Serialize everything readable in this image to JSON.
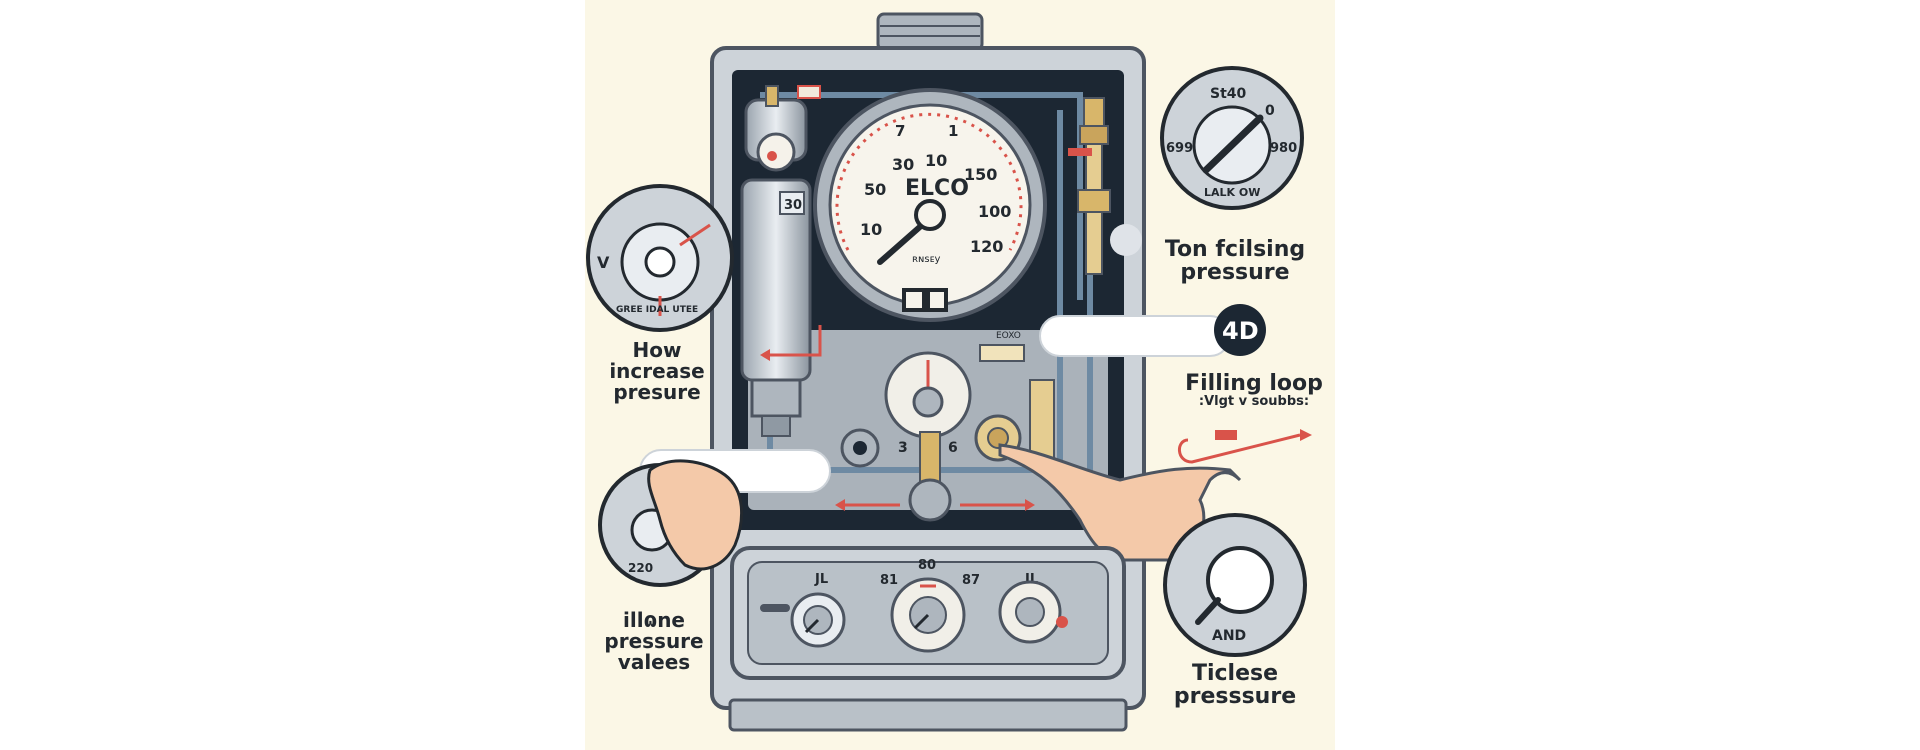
{
  "colors": {
    "cream": "#fbf7e6",
    "panel": "#cdd3d9",
    "frame": "#4d5561",
    "dark_interior": "#1c2733",
    "brass": "#d8b66a",
    "red_accent": "#d9534a",
    "skin": "#f4c9a9",
    "text": "#23292f"
  },
  "gauge": {
    "brand": "ELCO",
    "sub_label": "ʀɴsᴇy",
    "ticks": [
      "30",
      "10",
      "150",
      "50",
      "100",
      "10",
      "120"
    ],
    "top_ticks": [
      "7",
      "1"
    ]
  },
  "callouts": {
    "top_right_line1": "Ton fcilsing",
    "top_right_line2": "pressure",
    "filling_loop_title": "Filling loop",
    "filling_loop_sub": ":Vlgt v soubbs:",
    "badge": "4D",
    "left_line1": "How",
    "left_line2": "increase",
    "left_line3": "presure",
    "bottom_left_line1": "illɷne",
    "bottom_left_line2": "pressure",
    "bottom_left_line3": "valees",
    "bottom_right_line1": "Ticlese",
    "bottom_right_line2": "presssure"
  },
  "dials": {
    "top_right": {
      "top": "St40",
      "left": "699",
      "right": "980",
      "zero": "0",
      "bottom": "LALK OW"
    },
    "left_top": {
      "left": "V",
      "bottom": "GREE IDAL UTEE"
    },
    "left_bottom": {
      "number": "220"
    },
    "bottom_right": {
      "bottom": "AND"
    }
  },
  "control_panel": {
    "left_label": "JL",
    "center_top": "80",
    "center_left": "81",
    "center_right": "87",
    "right_label": "JL"
  },
  "side_gauge": {
    "number": "30"
  },
  "mid_labels": {
    "b": "3",
    "c": "6",
    "d": "EOXO"
  }
}
